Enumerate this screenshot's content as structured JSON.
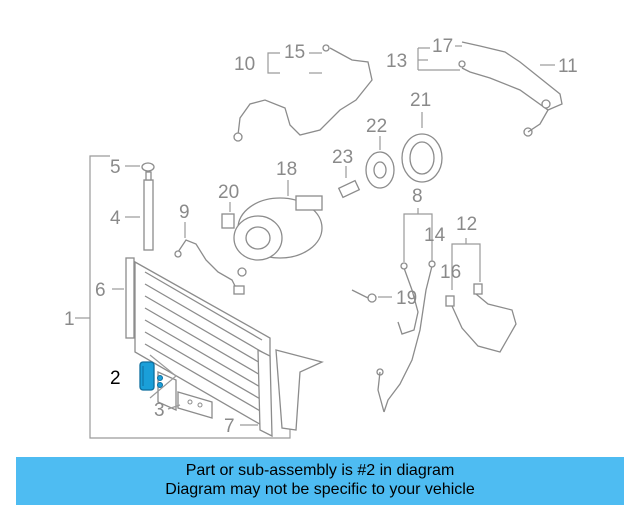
{
  "callouts": {
    "c1": "1",
    "c2": "2",
    "c3": "3",
    "c4": "4",
    "c5": "5",
    "c6": "6",
    "c7": "7",
    "c8": "8",
    "c9": "9",
    "c10": "10",
    "c11": "11",
    "c12": "12",
    "c13": "13",
    "c14": "14",
    "c15": "15",
    "c16": "16",
    "c17": "17",
    "c18": "18",
    "c19": "19",
    "c20": "20",
    "c21": "21",
    "c22": "22",
    "c23": "23"
  },
  "highlight_color": "#1a9fd9",
  "banner": {
    "line1": "Part or sub-assembly is #2 in diagram",
    "line2": "Diagram may not be specific to your vehicle",
    "color": "#4ebcf2"
  }
}
